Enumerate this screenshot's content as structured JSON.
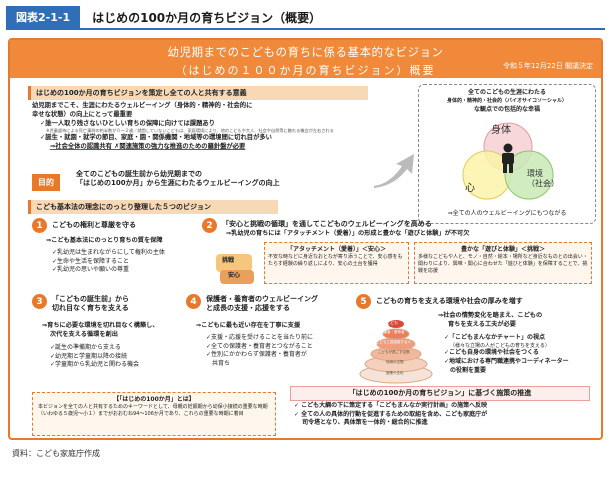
{
  "header": {
    "label": "図表2-1-1",
    "title": "はじめの100か月の育ちビジョン（概要）"
  },
  "banner": {
    "line1": "幼児期までのこどもの育ちに係る基本的なビジョン",
    "line2": "（はじめの１００か月の育ちビジョン）概要",
    "date": "令和５年12月22日 閣議決定"
  },
  "significance": {
    "title": "はじめの100か月の育ちビジョンを策定し全ての人と共有する意義",
    "lines": [
      "幼児期までこそ、生涯にわたるウェルビーイング（身体的・精神的・社会的に",
      "幸せな状態）の向上にとって最重要",
      "✓誰一人取り残さないひとしい育ちの保障に向けては課題あり",
      "※児童虐待による死亡事例の約半数が０～２歳／就園していないこどもは、家庭環境により、他のこどもや大人、社会や自然等に触れる機会が左右される",
      "✓誕生・就園・就学の節目、家庭・園・関係機関・地域等の環境間に切れ目が多い",
      "⇒社会全体の認識共有 ✗関連施策の強力な推進のための羅針盤が必要"
    ]
  },
  "purpose": {
    "tag": "目的",
    "line1": "全てのこどもの誕生前から幼児期までの",
    "line2": "「はじめの100か月」から生涯にわたるウェルビーイングの向上"
  },
  "vision": {
    "title1": "全てのこどもの生涯にわたる",
    "title2": "身体的・精神的・社会的（バイオサイコソーシャル）",
    "title3": "な観点での包括的な幸福",
    "body": "身体",
    "mind": "心",
    "env": "環境\n（社会）",
    "footer": "⇒全ての人のウェルビーイングにもつながる"
  },
  "principles_title": "こども基本法の理念にのっとり整理した５つのビジョン",
  "s1": {
    "num": "1",
    "title": "こどもの権利と尊厳を守る",
    "sub": "⇒こども基本法にのっとり育ちの質を保障",
    "bullets": [
      "✓乳幼児は生まれながらにして権利の主体",
      "✓生命や生活を保障すること",
      "✓乳幼児の思いや願いの尊重"
    ]
  },
  "s2": {
    "num": "2",
    "title": "「安心と挑戦の循環」を通してこどものウェルビーイングを高める",
    "sub": "⇒乳幼児の育ちには「アタッチメント（愛着）」の形成と豊かな「遊びと体験」が不可欠",
    "challenge": "挑戦",
    "anshin": "安心",
    "att_title": "「アタッチメント（愛着）」＜安心＞",
    "att_text": "不安な時などに身近なおとなが寄り添うことで、安心感をもたらす経験の繰り返しにより、安心の土台を獲得",
    "play_title": "豊かな「遊びと体験」＜挑戦＞",
    "play_text": "多様なこどもや人と、モノ・自然・絵本・場所など身近なものとの出会い・関わりにより、興味・関心に合わせた「遊びと体験」を保障することで、挑戦を応援"
  },
  "s3": {
    "num": "3",
    "title1": "「こどもの誕生前」から",
    "title2": "切れ目なく育ちを支える",
    "sub1": "⇒育ちに必要な環境を切れ目なく構築し、",
    "sub2": "次代を支える循環を創出",
    "bullets": [
      "✓誕生の準備期から支える",
      "✓幼児期と学童期以降の接続",
      "✓学童期から乳幼児と関わる機会"
    ]
  },
  "s4": {
    "num": "4",
    "title1": "保護者・養育者のウェルビーイング",
    "title2": "と成長の支援・応援をする",
    "sub": "⇒こどもに最も近い存在を丁寧に支援",
    "bullets": [
      "✓支援・応援を受けることを当たり前に",
      "✓全ての保護者・養育者とつながること",
      "✓性別にかかわらず保護者・養育者が",
      "　共育ち"
    ]
  },
  "s5": {
    "num": "5",
    "title": "こどもの育ちを支える環境や社会の厚みを増す",
    "sub1": "⇒社会の情勢変化を踏まえ、こどもの",
    "sub2": "育ちを支える工夫が必要",
    "b1": "✓「こどもまんなかチャート」の視点",
    "b1_note": "（様々な立場の人がこどもの育ちを支える）",
    "b2": "✓こども自身の環境や社会をつくる",
    "b3": "✓地域における専門職連携やコーディネーター",
    "b4": "　の役割を重要",
    "chart_labels": [
      "こども",
      "保護者・養育者",
      "こどもと直接接する人",
      "こどもが過ごす空間",
      "地域の空間",
      "施策や文化"
    ]
  },
  "definition": {
    "title": "【「はじめの100か月」とは】",
    "text": "本ビジョンを全ての人と共有するためのキーワードとして、母親の妊娠期から幼保小接続の重要な時期（いわゆる５歳児～小１）までがおおむね94～106か月であり、これらの重要な時期に着目"
  },
  "promotion": {
    "title": "「はじめの100か月の育ちビジョン」に基づく施策の推進",
    "bullets": [
      "✓ こども大綱の下に策定する「こどもまんなか実行計画」の施策へ反映",
      "✓ 全ての人の具体的行動を促進するための取組を含め、こども家庭庁が",
      "　 司令塔となり、具体策を一体的・総合的に推進"
    ]
  },
  "source": "資料：こども家庭庁作成",
  "colors": {
    "accent_orange": "#e8782a",
    "header_blue": "#2f6fb8",
    "banner_orange": "#f08a3a"
  }
}
